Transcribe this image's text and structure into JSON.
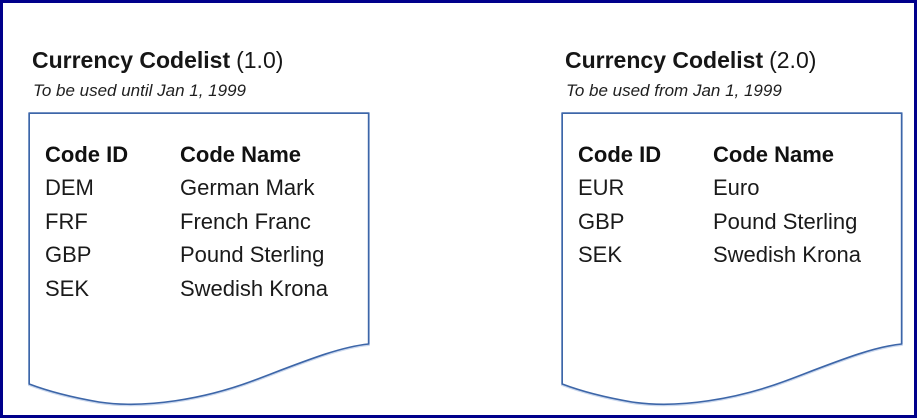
{
  "colors": {
    "frame_border": "#00008B",
    "document_border": "#3D66A8",
    "document_border_halo": "#CBD8EE",
    "document_fill": "#FFFFFF",
    "text": "#1A1A1A",
    "background": "#FFFFFF"
  },
  "panels": [
    {
      "title": "Currency Codelist",
      "version": "(1.0)",
      "subtitle": "To be used until Jan 1, 1999",
      "table": {
        "columns": [
          "Code ID",
          "Code Name"
        ],
        "rows": [
          {
            "code_id": "DEM",
            "code_name": "German Mark"
          },
          {
            "code_id": "FRF",
            "code_name": "French Franc"
          },
          {
            "code_id": "GBP",
            "code_name": "Pound Sterling"
          },
          {
            "code_id": "SEK",
            "code_name": "Swedish Krona"
          }
        ]
      }
    },
    {
      "title": "Currency Codelist",
      "version": "(2.0)",
      "subtitle": "To be used from Jan 1, 1999",
      "table": {
        "columns": [
          "Code ID",
          "Code Name"
        ],
        "rows": [
          {
            "code_id": "EUR",
            "code_name": "Euro"
          },
          {
            "code_id": "GBP",
            "code_name": "Pound Sterling"
          },
          {
            "code_id": "SEK",
            "code_name": "Swedish Krona"
          }
        ]
      }
    }
  ]
}
